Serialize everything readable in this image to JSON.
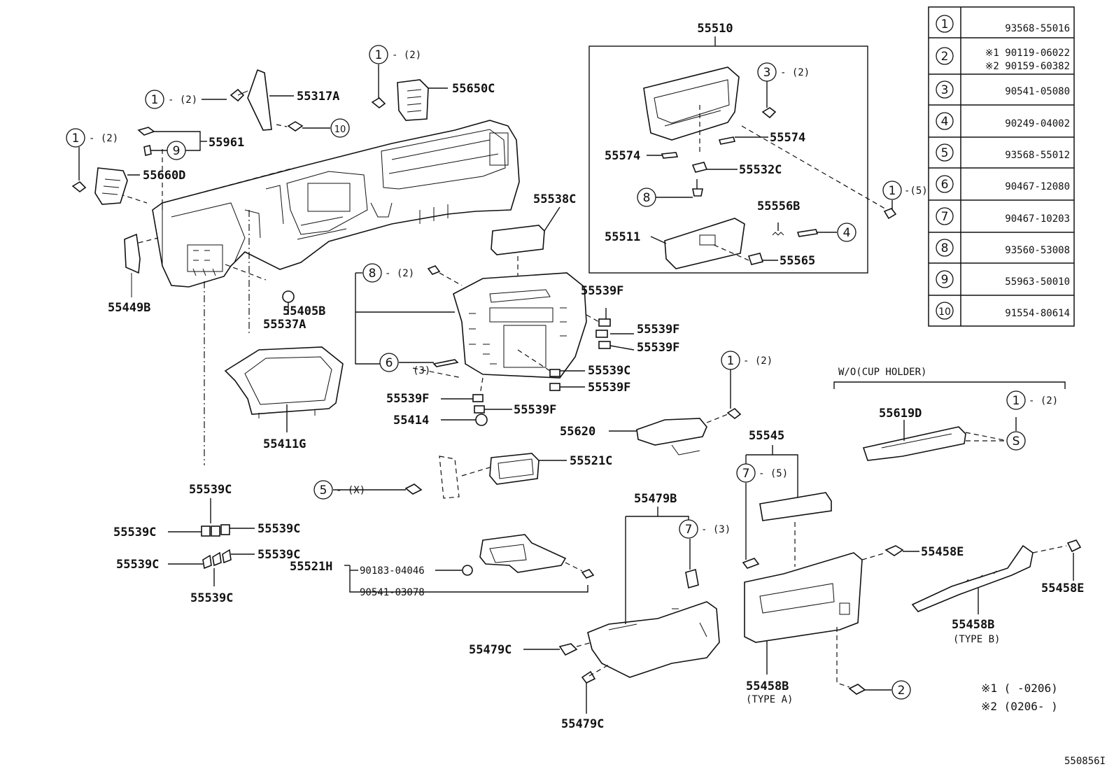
{
  "callouts": {
    "c1_a": "1",
    "c1_a_qty": "- (2)",
    "c1_b": "1",
    "c1_b_qty": "- (2)",
    "c1_c": "1",
    "c1_c_qty": "- (2)",
    "c1_d": "1",
    "c1_d_qty": "-(5)",
    "c1_e": "1",
    "c1_e_qty": "- (2)",
    "c1_f": "1",
    "c1_f_qty": "- (2)",
    "c2_a": "2",
    "c3_a": "3",
    "c3_a_qty": "- (2)",
    "c4_a": "4",
    "c5_a": "5",
    "c5_a_qty": "- (X)",
    "c6_a": "6",
    "c6_a_qty": "(3)",
    "c7_a": "7",
    "c7_a_qty": "- (5)",
    "c7_b": "7",
    "c7_b_qty": "- (3)",
    "c8_a": "8",
    "c8_a_qty": "- (2)",
    "c8_b": "8",
    "c9_a": "9",
    "c10_a": "10",
    "s_a": "S"
  },
  "labels": {
    "p55510": "55510",
    "p55317A": "55317A",
    "p55650C": "55650C",
    "p55961": "55961",
    "p55660D": "55660D",
    "p55574_r": "55574",
    "p55574_l": "55574",
    "p55532C": "55532C",
    "p55556B": "55556B",
    "p55511": "55511",
    "p55565": "55565",
    "p55538C": "55538C",
    "p55449B": "55449B",
    "p55405B": "55405B",
    "p55537A": "55537A",
    "p55539F_1": "55539F",
    "p55539F_2": "55539F",
    "p55539F_3": "55539F",
    "p55539C_1": "55539C",
    "p55539F_4": "55539F",
    "p55539F_5": "55539F",
    "p55539F_6": "55539F",
    "p55414": "55414",
    "p55411G": "55411G",
    "p55620": "55620",
    "p55521C": "55521C",
    "p55545": "55545",
    "p55619D": "55619D",
    "p55539C_top": "55539C",
    "p55539C_l1": "55539C",
    "p55539C_r1": "55539C",
    "p55539C_l2": "55539C",
    "p55539C_r2": "55539C",
    "p55539C_bot": "55539C",
    "p55521H": "55521H",
    "p90183": "90183-04046",
    "p90541": "90541-03078",
    "p55479B": "55479B",
    "p55479C_1": "55479C",
    "p55479C_2": "55479C",
    "p55458E_1": "55458E",
    "p55458E_2": "55458E",
    "p55458B_a": "55458B",
    "p55458B_a_type": "(TYPE A)",
    "p55458B_b": "55458B",
    "p55458B_b_type": "(TYPE B)",
    "wo_cup": "W/O(CUP HOLDER)",
    "note1": "※1 (     -0206)",
    "note2": "※2 (0206-     )",
    "diagram_id": "550856I"
  },
  "parts_table": [
    {
      "num": "1",
      "part": "93568-55016"
    },
    {
      "num": "2",
      "part": "※1 90119-06022",
      "part2": "※2 90159-60382"
    },
    {
      "num": "3",
      "part": "90541-05080"
    },
    {
      "num": "4",
      "part": "90249-04002"
    },
    {
      "num": "5",
      "part": "93568-55012"
    },
    {
      "num": "6",
      "part": "90467-12080"
    },
    {
      "num": "7",
      "part": "90467-10203"
    },
    {
      "num": "8",
      "part": "93560-53008"
    },
    {
      "num": "9",
      "part": "55963-50010"
    },
    {
      "num": "10",
      "part": "91554-80614"
    }
  ]
}
